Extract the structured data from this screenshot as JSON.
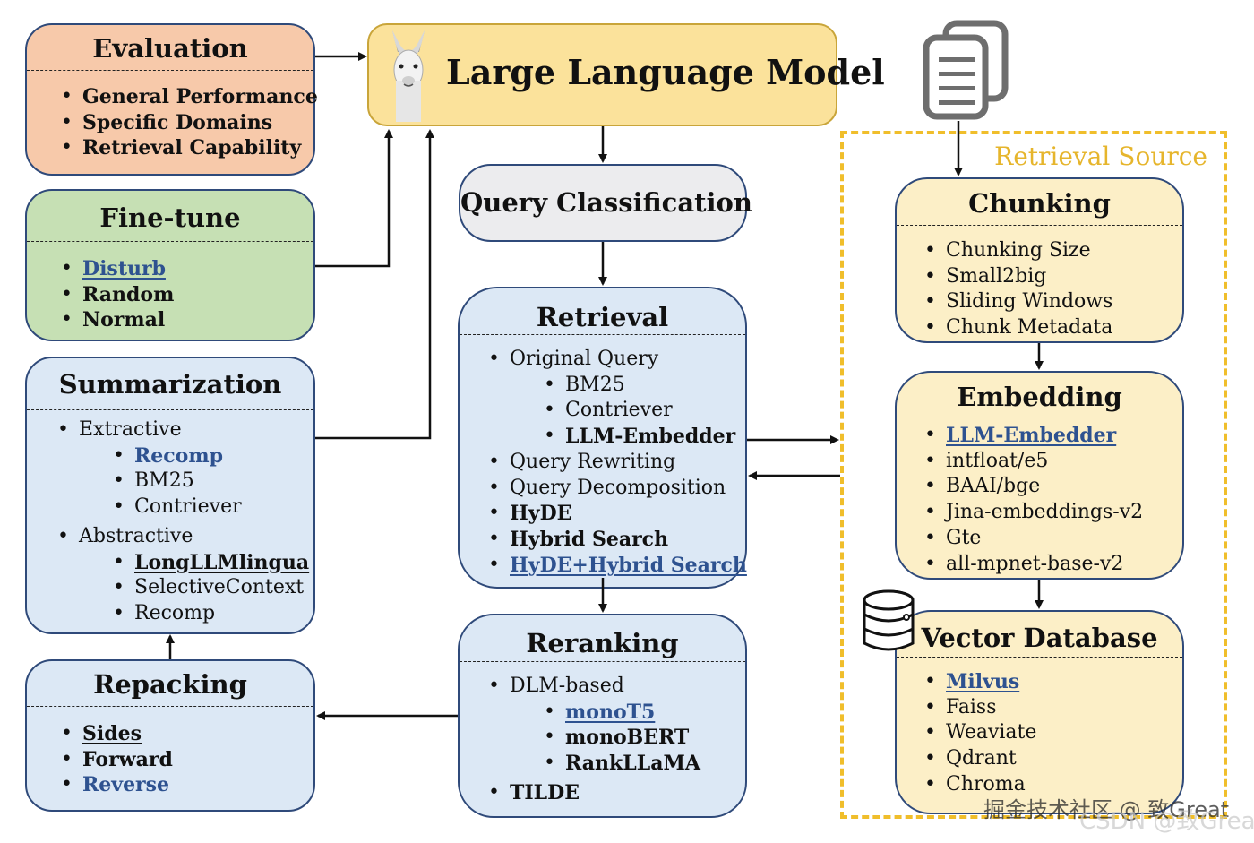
{
  "llm": {
    "title": "Large Language Model",
    "icon": "llama-icon"
  },
  "query_classification": {
    "title": "Query Classification"
  },
  "retrieval_source": {
    "label": "Retrieval Source",
    "icon": "documents-icon"
  },
  "colors": {
    "evaluation_fill": "#f7c9aa",
    "finetune_fill": "#c6e0b4",
    "blue_fill": "#dce8f5",
    "cream_fill": "#fcefc7",
    "llm_fill": "#fbe29b",
    "query_fill": "#ececee",
    "border": "#2f4a7a",
    "highlight_text": "#2e5290",
    "source_frame": "#f0be2b"
  },
  "evaluation": {
    "title": "Evaluation",
    "items": [
      "General Performance",
      "Specific Domains",
      "Retrieval Capability"
    ]
  },
  "finetune": {
    "title": "Fine-tune",
    "items": [
      "Disturb",
      "Random",
      "Normal"
    ]
  },
  "summarization": {
    "title": "Summarization",
    "items": [
      "Extractive",
      "Recomp",
      "BM25",
      "Contriever",
      "Abstractive",
      "LongLLMlingua",
      "SelectiveContext",
      "Recomp"
    ]
  },
  "repacking": {
    "title": "Repacking",
    "items": [
      "Sides",
      "Forward",
      "Reverse"
    ]
  },
  "retrieval": {
    "title": "Retrieval",
    "items": [
      "Original Query",
      "BM25",
      "Contriever",
      "LLM-Embedder",
      "Query Rewriting",
      "Query Decomposition",
      "HyDE",
      "Hybrid Search",
      "HyDE+Hybrid Search"
    ]
  },
  "reranking": {
    "title": "Reranking",
    "items": [
      "DLM-based",
      "monoT5",
      "monoBERT",
      "RankLLaMA",
      "TILDE"
    ]
  },
  "chunking": {
    "title": "Chunking",
    "items": [
      "Chunking Size",
      "Small2big",
      "Sliding Windows",
      "Chunk Metadata"
    ]
  },
  "embedding": {
    "title": "Embedding",
    "items": [
      "LLM-Embedder",
      "intfloat/e5",
      "BAAI/bge",
      "Jina-embeddings-v2",
      "Gte",
      "all-mpnet-base-v2"
    ]
  },
  "vector_database": {
    "title": "Vector Database",
    "icon": "database-icon",
    "items": [
      "Milvus",
      "Faiss",
      "Weaviate",
      "Qdrant",
      "Chroma"
    ]
  },
  "watermark": {
    "primary": "掘金技术社区 @ 致Great",
    "secondary": "CSDN @致Great"
  }
}
